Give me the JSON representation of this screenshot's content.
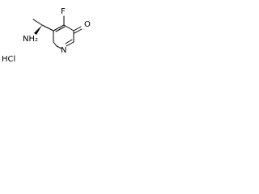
{
  "molecule": {
    "atoms": {
      "oxygen": "O",
      "fluorine": "F",
      "nitrogen_ring": "N",
      "amine": "NH₂",
      "salt": "HCl"
    }
  }
}
